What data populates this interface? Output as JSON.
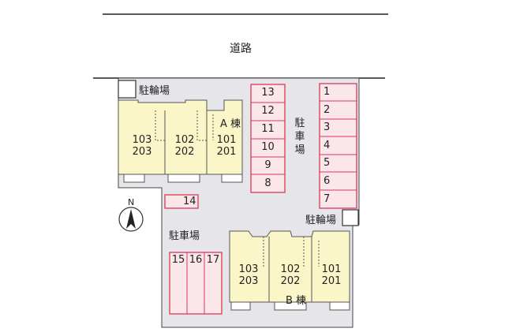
{
  "road": {
    "label": "道路"
  },
  "labels": {
    "bicycle_top": "駐輪場",
    "bicycle_right": "駐輪場",
    "parking_mid": "駐車場",
    "parking_left": "駐車場"
  },
  "buildings": {
    "a": {
      "name": "A 棟",
      "units": [
        {
          "top": "103",
          "bottom": "203"
        },
        {
          "top": "102",
          "bottom": "202"
        },
        {
          "top": "101",
          "bottom": "201"
        }
      ]
    },
    "b": {
      "name": "B 棟",
      "units": [
        {
          "top": "103",
          "bottom": "203"
        },
        {
          "top": "102",
          "bottom": "202"
        },
        {
          "top": "101",
          "bottom": "201"
        }
      ]
    }
  },
  "parking": {
    "middle_column": [
      "13",
      "12",
      "11",
      "10",
      "9",
      "8"
    ],
    "right_column": [
      "1",
      "2",
      "3",
      "4",
      "5",
      "6",
      "7"
    ],
    "single": "14",
    "bottom_row": [
      "15",
      "16",
      "17"
    ]
  },
  "compass": {
    "north": "N"
  },
  "colors": {
    "parking": "#d83a5a",
    "parking_fill": "#fbe6ea",
    "building": "#fbf6c8",
    "ground": "#e6e6ea"
  }
}
